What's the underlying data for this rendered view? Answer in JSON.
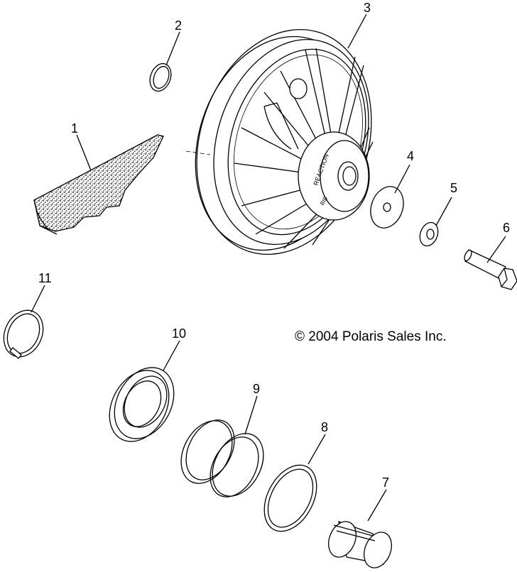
{
  "copyright": "© 2004 Polaris Sales Inc.",
  "hub_text": {
    "line1": "REACTION",
    "line2": "BIB"
  },
  "callouts": [
    {
      "id": "1"
    },
    {
      "id": "2"
    },
    {
      "id": "3"
    },
    {
      "id": "4"
    },
    {
      "id": "5"
    },
    {
      "id": "6"
    },
    {
      "id": "7"
    },
    {
      "id": "8"
    },
    {
      "id": "9"
    },
    {
      "id": "10"
    },
    {
      "id": "11"
    }
  ],
  "colors": {
    "line": "#000000",
    "background": "#ffffff"
  }
}
